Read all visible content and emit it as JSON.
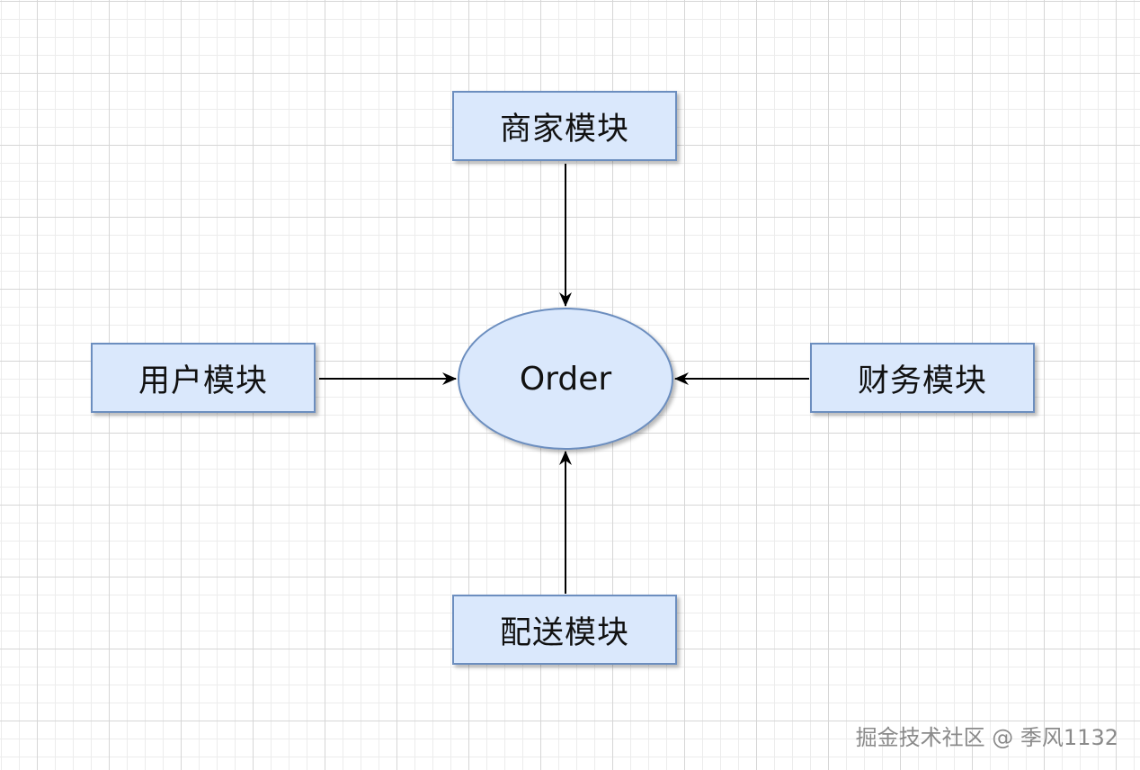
{
  "diagram": {
    "center_node": {
      "label": "Order"
    },
    "modules": {
      "top": {
        "label": "商家模块"
      },
      "left": {
        "label": "用户模块"
      },
      "right": {
        "label": "财务模块"
      },
      "bottom": {
        "label": "配送模块"
      }
    },
    "colors": {
      "node_fill": "#dae8fc",
      "node_border": "#6c8ebf",
      "edge": "#000000"
    }
  },
  "watermark": "掘金技术社区 @ 季风1132"
}
